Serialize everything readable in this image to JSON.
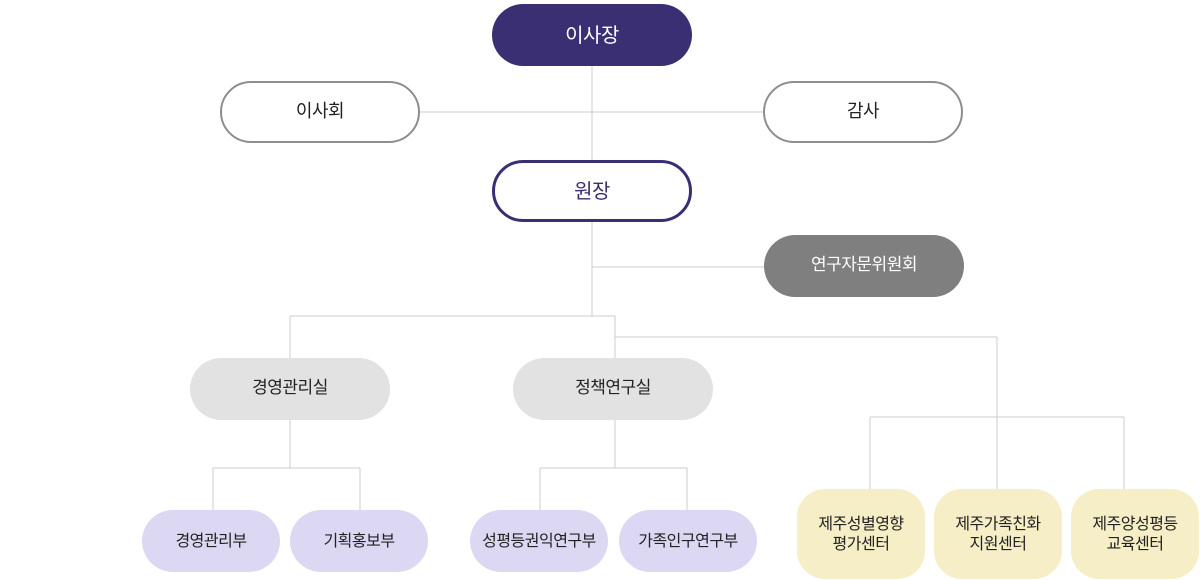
{
  "chairman": "이사장",
  "board": "이사회",
  "audit": "감사",
  "president": "원장",
  "advisory_committee": "연구자문위원회",
  "offices": [
    {
      "label": "경영관리실",
      "departments": [
        "경영관리부",
        "기획홍보부"
      ]
    },
    {
      "label": "정책연구실",
      "departments": [
        "성평등권익연구부",
        "가족인구연구부"
      ]
    }
  ],
  "centers": [
    "제주성별영향\n평가센터",
    "제주가족친화\n지원센터",
    "제주양성평등\n교육센터"
  ],
  "colors": {
    "chairman_fill": "#3a2f73",
    "advisory_fill": "#7f7f7f",
    "office_fill": "#e2e2e2",
    "department_fill": "#dcd8f4",
    "center_fill": "#f6eec6",
    "connector": "#cccccc"
  }
}
